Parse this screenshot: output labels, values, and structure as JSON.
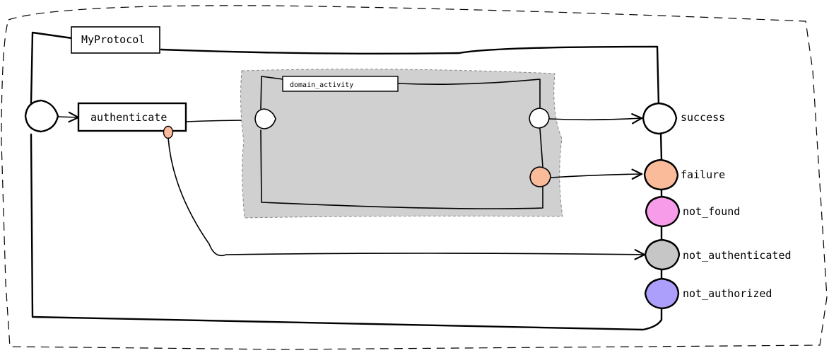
{
  "protocol": {
    "title": "MyProtocol"
  },
  "activity": {
    "label": "authenticate"
  },
  "subprocess": {
    "title": "domain_activity"
  },
  "outcomes": [
    {
      "label": "success",
      "color": "#ffffff"
    },
    {
      "label": "failure",
      "color": "#f9bb9a"
    },
    {
      "label": "not_found",
      "color": "#f79ce9"
    },
    {
      "label": "not_authenticated",
      "color": "#c6c6c6"
    },
    {
      "label": "not_authorized",
      "color": "#ab9ffb"
    }
  ],
  "colors": {
    "error_port": "#f9bb9a",
    "subprocess_fill": "#d0d0d0"
  }
}
